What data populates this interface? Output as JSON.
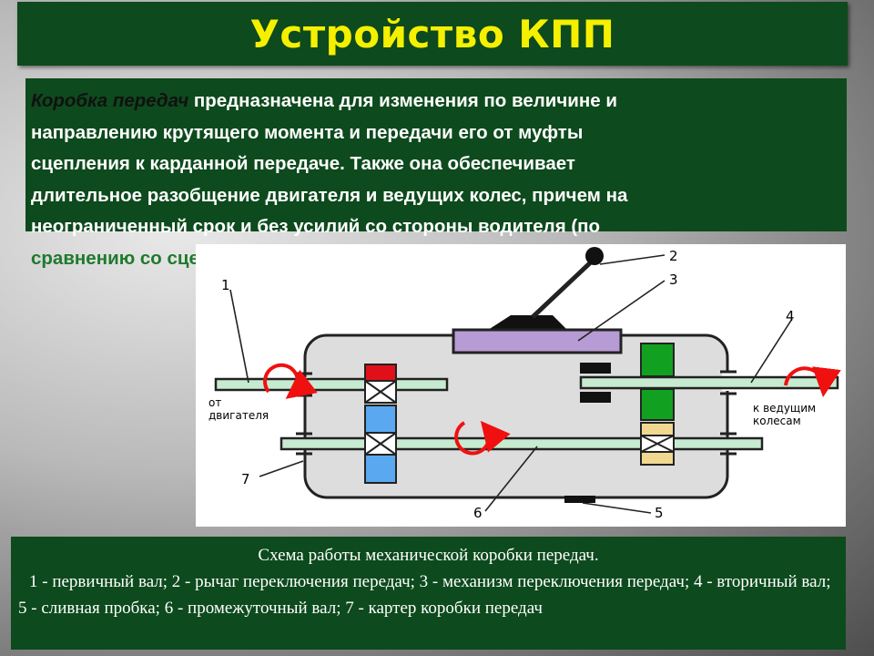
{
  "header": {
    "title": "Устройство КПП"
  },
  "intro": {
    "term": "Коробка передач",
    "lines": [
      " предназначена для изменения по величине и",
      "направлению крутящего момента и передачи его от муфты",
      "сцепления к карданной передаче. Также она обеспечивает",
      "длительное разобщение двигателя и ведущих колес, причем на",
      "неограниченный срок и без усилий со стороны водителя (по",
      "сравнению со сцеплением)."
    ]
  },
  "diagram": {
    "numbers": [
      "1",
      "2",
      "3",
      "4",
      "5",
      "6",
      "7"
    ],
    "label_from_engine": [
      "от",
      "двигателя"
    ],
    "label_to_wheels": [
      "к ведущим",
      "колесам"
    ],
    "colors": {
      "housing": "#dddddd",
      "shift_mechanism": "#b79bd4",
      "gear_red": "#e0101a",
      "gear_blue": "#5aa8f0",
      "gear_green": "#12a020",
      "gear_yellow": "#f0d890",
      "shaft": "#c6ebd0",
      "arrow_red": "#f01010"
    }
  },
  "caption": {
    "title": "Схема работы механической коробки передач.",
    "legend": "1 - первичный вал; 2 - рычаг переключения передач; 3 - механизм переключения передач; 4 - вторичный вал; 5 - сливная пробка; 6 - промежуточный вал; 7 - картер коробки передач"
  }
}
